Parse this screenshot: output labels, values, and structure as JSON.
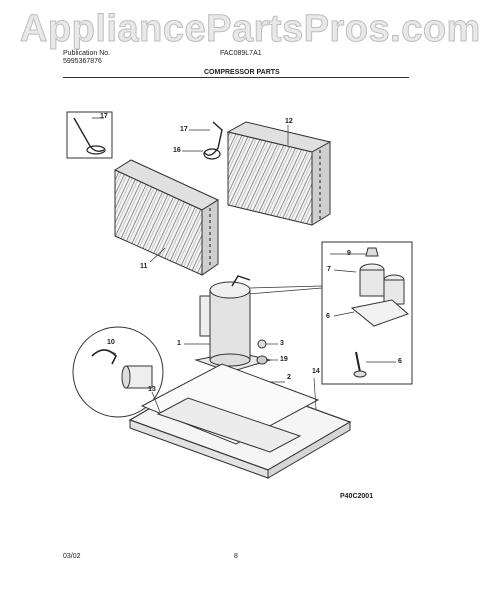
{
  "watermark": "AppliancePartsPros.com",
  "header": {
    "publication_label": "Publication No.",
    "publication_number": "5995367876",
    "model": "FAC089L7A1",
    "section_title": "COMPRESSOR PARTS"
  },
  "callouts": {
    "c17a": "17",
    "c17b": "17",
    "c16": "16",
    "c12": "12",
    "c11": "11",
    "c9": "9",
    "c7": "7",
    "c6a": "6",
    "c6b": "6",
    "c10": "10",
    "c1": "1",
    "c3": "3",
    "c19": "19",
    "c2": "2",
    "c14": "14",
    "c13": "13"
  },
  "diagram_code": "P40C2001",
  "footer": {
    "date": "03/02",
    "page": "8"
  }
}
